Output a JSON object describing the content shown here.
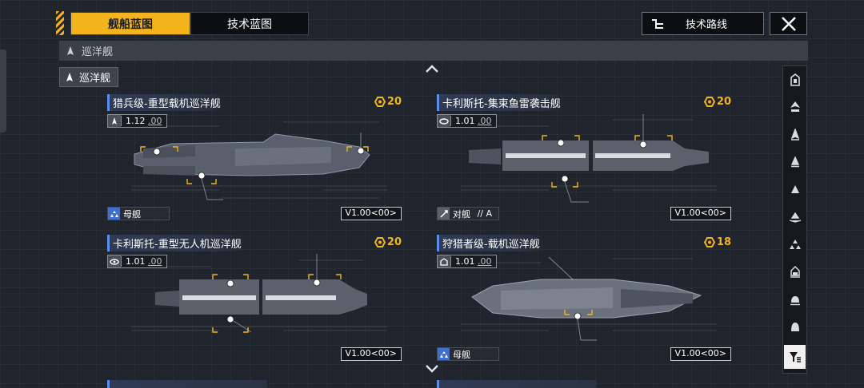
{
  "tabs": [
    {
      "label": "舰船蓝图",
      "active": true
    },
    {
      "label": "技术蓝图",
      "active": false
    }
  ],
  "tech_route_label": "技术路线",
  "breadcrumb": "巡洋舰",
  "filter_chip": "巡洋舰",
  "cards": [
    {
      "title": "猎兵级-重型载机巡洋舰",
      "cost": "20",
      "ratio": "1.12",
      "ratio_suffix": ".00",
      "version": "V1.00<00>",
      "role": "母舰",
      "role_extra": "",
      "role_icon": "carrier-icon",
      "ratio_icon": "ship-icon"
    },
    {
      "title": "卡利斯托-集束鱼雷袭击舰",
      "cost": "20",
      "ratio": "1.01",
      "ratio_suffix": ".00",
      "version": "V1.00<00>",
      "role": "对舰",
      "role_extra": "// A",
      "role_icon": "antiship-icon",
      "ratio_icon": "torpedo-icon"
    },
    {
      "title": "卡利斯托-重型无人机巡洋舰",
      "cost": "20",
      "ratio": "1.01",
      "ratio_suffix": ".00",
      "version": "V1.00<00>",
      "role": "",
      "role_extra": "",
      "role_icon": "",
      "ratio_icon": "drone-icon"
    },
    {
      "title": "狩猎者级-载机巡洋舰",
      "cost": "18",
      "ratio": "1.01",
      "ratio_suffix": ".00",
      "version": "V1.00<00>",
      "role": "母舰",
      "role_extra": "",
      "role_icon": "carrier-icon",
      "ratio_icon": "hangar-icon"
    }
  ],
  "colors": {
    "accent": "#f2b31c",
    "title_bar": "#2f3b55",
    "background": "#20242c"
  }
}
